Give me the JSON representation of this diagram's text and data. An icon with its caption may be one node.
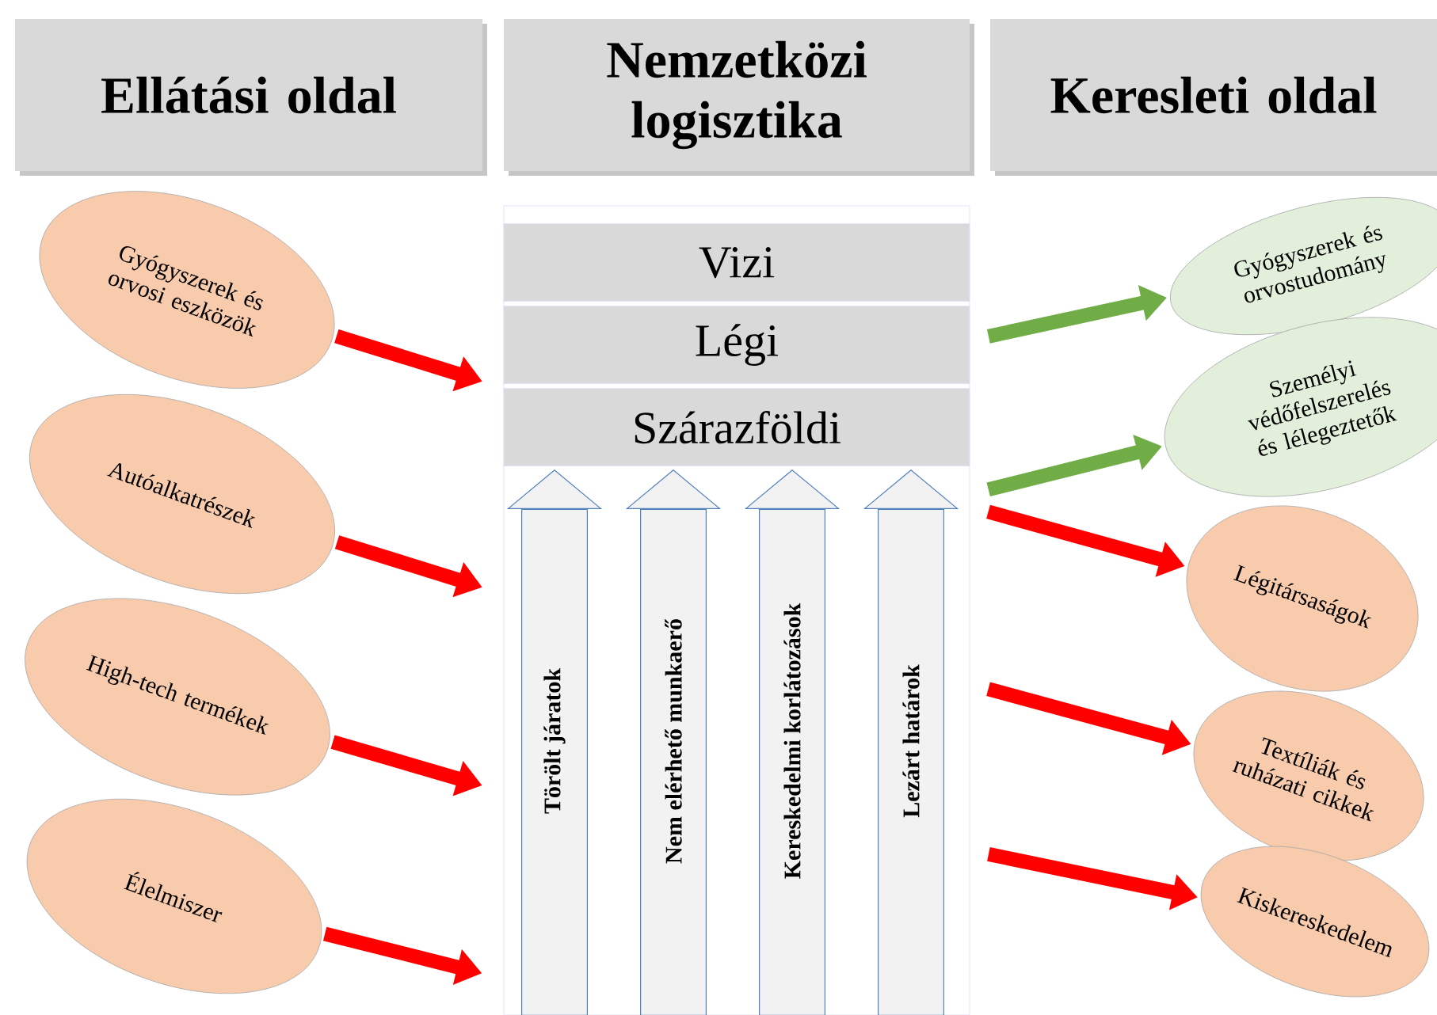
{
  "diagram": {
    "nodes": [
      {
        "text": [
          "Ellátási oldal"
        ]
      },
      {
        "text": [
          "Nemzetközi logisztika"
        ]
      },
      {
        "text": [
          "Keresleti oldal"
        ]
      },
      {
        "text": [
          "Gyógyszerek és orvosi eszközök"
        ]
      },
      {
        "text": [
          "Autóalkatrészek"
        ]
      },
      {
        "text": [
          "High-tech termékek"
        ]
      },
      {
        "text": [
          "Élelmiszer"
        ]
      },
      {
        "text": [],
        "shape": "box"
      },
      {
        "text": [
          "Vizi"
        ],
        "in": 7
      },
      {
        "text": [
          "Légi"
        ],
        "in": 7
      },
      {
        "text": [
          "Szárazföldi"
        ],
        "in": 7
      },
      {
        "text": [
          "Gyógyszerek és orvostudomány"
        ]
      },
      {
        "text": [
          "Személyi védőfelszerelés és lélegeztetők"
        ]
      },
      {
        "text": [
          "Légitársaságok"
        ]
      },
      {
        "text": [
          "Textíliák és ruházati cikkek"
        ]
      },
      {
        "text": [
          "Kiskereskedelem"
        ]
      }
    ],
    "edges": [
      {
        "from": 3,
        "to": 7,
        "arrow": "to"
      },
      {
        "from": 4,
        "to": 7,
        "arrow": "to"
      },
      {
        "from": 5,
        "to": 7,
        "arrow": "to"
      },
      {
        "from": 6,
        "to": 7,
        "arrow": "to"
      },
      {
        "from": 7,
        "to": 11,
        "arrow": "to",
        "color": "#70ad47"
      },
      {
        "from": 7,
        "to": 12,
        "arrow": "to",
        "color": "#70ad47"
      },
      {
        "from": 7,
        "to": 13,
        "arrow": "to"
      },
      {
        "from": 7,
        "to": 14,
        "arrow": "to"
      },
      {
        "from": 7,
        "to": 15,
        "arrow": "to"
      },
      {
        "from": null,
        "to": 10,
        "arrow": "to",
        "label": "Törölt járatok",
        "style": "thick",
        "color": "#4f81bd"
      },
      {
        "from": null,
        "to": 10,
        "arrow": "to",
        "label": "Nem elérhető munkaerő",
        "style": "thick",
        "color": "#4f81bd"
      },
      {
        "from": null,
        "to": 10,
        "arrow": "to",
        "label": "Kereskedelmi korlátozások",
        "style": "thick",
        "color": "#4f81bd"
      },
      {
        "from": null,
        "to": 10,
        "arrow": "to",
        "label": "Lezárt határok",
        "style": "thick",
        "color": "#4f81bd"
      }
    ]
  }
}
